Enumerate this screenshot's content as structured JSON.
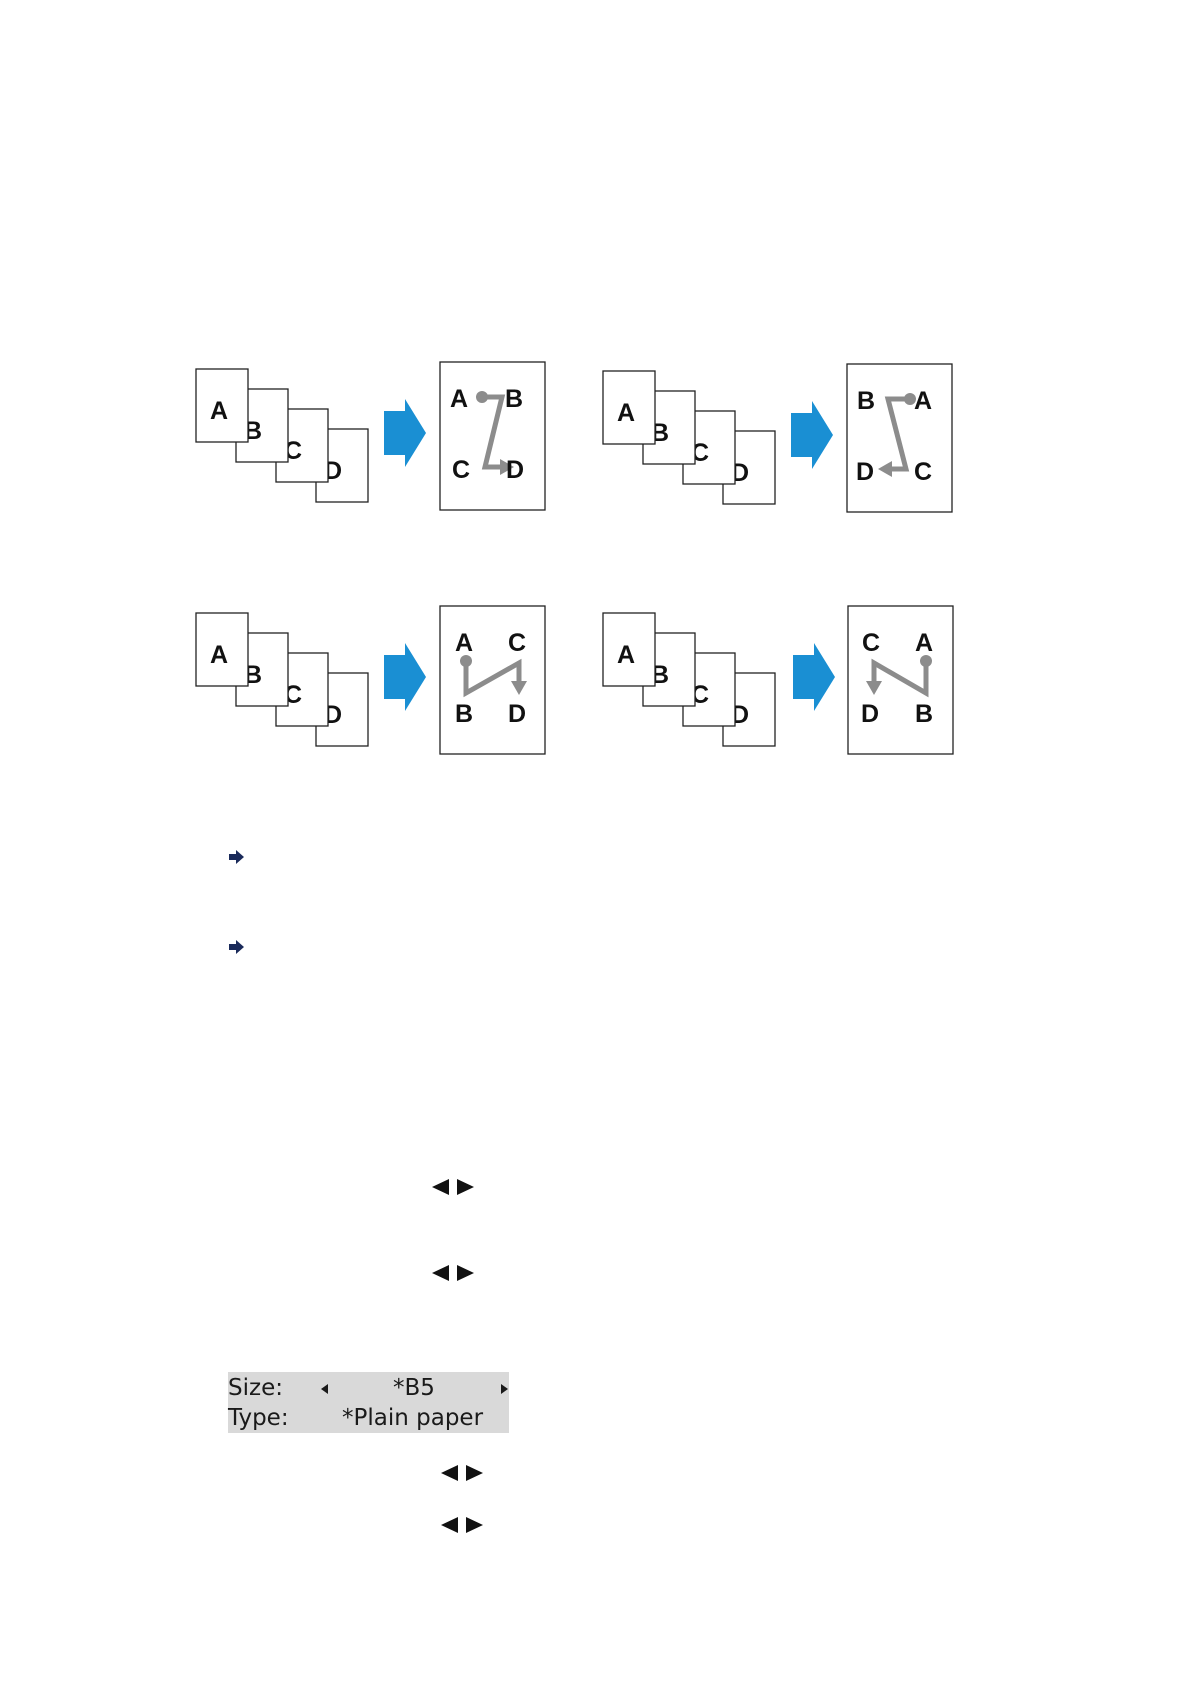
{
  "diagrams": [
    {
      "pages": [
        "A",
        "B",
        "C",
        "D"
      ],
      "result": {
        "top_left": "A",
        "top_right": "B",
        "bottom_left": "C",
        "bottom_right": "D"
      }
    },
    {
      "pages": [
        "A",
        "B",
        "C",
        "D"
      ],
      "result": {
        "top_left": "B",
        "top_right": "A",
        "bottom_left": "D",
        "bottom_right": "C"
      }
    },
    {
      "pages": [
        "A",
        "B",
        "C",
        "D"
      ],
      "result": {
        "top_left": "A",
        "top_right": "C",
        "bottom_left": "B",
        "bottom_right": "D"
      }
    },
    {
      "pages": [
        "A",
        "B",
        "C",
        "D"
      ],
      "result": {
        "top_left": "C",
        "top_right": "A",
        "bottom_left": "D",
        "bottom_right": "B"
      }
    }
  ],
  "colors": {
    "arrow": "#1a8fd3",
    "flow": "#8c8c8c",
    "lcd_bg": "#d9d9d9",
    "bullet": "#1a2a5a"
  },
  "icons": [
    "arrow-right-icon",
    "left-right-arrow-icon"
  ],
  "lcd": {
    "size_label": "Size:",
    "size_value": "*B5",
    "type_label": "Type:",
    "type_value": "*Plain paper"
  }
}
